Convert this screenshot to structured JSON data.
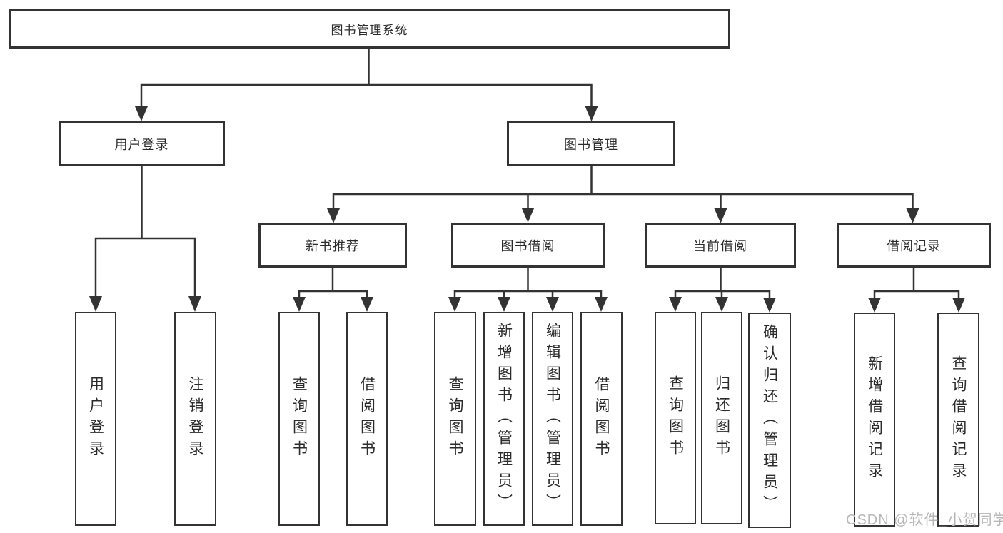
{
  "colors": {
    "line": "#333333",
    "box_border": "#333333",
    "text": "#2b2b2b",
    "background": "#ffffff",
    "watermark": "#b7b7b7"
  },
  "root": {
    "label": "图书管理系统"
  },
  "branches": [
    {
      "label": "用户登录",
      "leaves": [
        {
          "label": "用户登录"
        },
        {
          "label": "注销登录"
        }
      ]
    },
    {
      "label": "图书管理",
      "children": [
        {
          "label": "新书推荐",
          "leaves": [
            {
              "label": "查询图书"
            },
            {
              "label": "借阅图书"
            }
          ]
        },
        {
          "label": "图书借阅",
          "leaves": [
            {
              "label": "查询图书"
            },
            {
              "label": "新增图书（管理员）"
            },
            {
              "label": "编辑图书（管理员）"
            },
            {
              "label": "借阅图书"
            }
          ]
        },
        {
          "label": "当前借阅",
          "leaves": [
            {
              "label": "查询图书"
            },
            {
              "label": "归还图书"
            },
            {
              "label": "确认归还（管理员）"
            }
          ]
        },
        {
          "label": "借阅记录",
          "leaves": [
            {
              "label": "新增借阅记录"
            },
            {
              "label": "查询借阅记录"
            }
          ]
        }
      ]
    }
  ],
  "watermark": {
    "text": "CSDN @软件_小贺同学"
  }
}
